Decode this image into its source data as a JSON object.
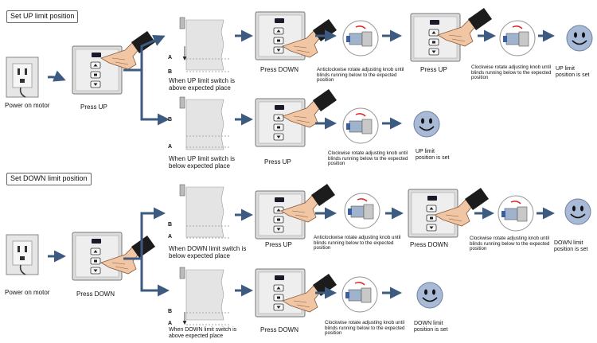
{
  "section_up": {
    "title": "Set UP limit position",
    "power_label": "Power on motor",
    "press_up_label": "Press UP",
    "case1": {
      "label": "When UP limit switch is above expected place",
      "marker_a": "A",
      "marker_b": "B",
      "step1": "Press DOWN",
      "knob_text": "Anticlockwise rotate adjusting knob until blinds running below to the expected position",
      "step2": "Press UP",
      "knob_text2": "Clockwise rotate adjusting knob until blinds running below to the expected position",
      "result": "UP limit position is set"
    },
    "case2": {
      "label": "When UP limit switch is below expected place",
      "marker_a": "A",
      "marker_b": "B",
      "step1": "Press UP",
      "knob_text": "Clockwise rotate adjusting knob until blinds running below to the expected position",
      "result": "UP limit position is set"
    }
  },
  "section_down": {
    "title": "Set DOWN limit position",
    "power_label": "Power on motor",
    "press_down_label": "Press DOWN",
    "case1": {
      "label": "When DOWN limit switch is below expected place",
      "marker_a": "A",
      "marker_b": "B",
      "step1": "Press UP",
      "knob_text": "Anticlockwise rotate adjusting knob until blinds running below to the expected position",
      "step2": "Press DOWN",
      "knob_text2": "Clockwise rotate adjusting knob until blinds running below to the expected position",
      "result": "DOWN limit position is set"
    },
    "case2": {
      "label": "When DOWN limit switch is above expected place",
      "marker_a": "A",
      "marker_b": "B",
      "step1": "Press DOWN",
      "knob_text": "Clockwise rotate adjusting knob until blinds running below to the expected position",
      "result": "DOWN limit position is set"
    }
  },
  "colors": {
    "arrow": "#3d5a80",
    "panel": "#e8e8e8",
    "smiley": "#a9bad6",
    "blind": "#e4e4e4"
  },
  "icons": [
    "power-outlet-icon",
    "remote-panel-icon",
    "hand-pointer-icon",
    "motor-knob-icon",
    "smiley-face-icon",
    "arrow-right-icon",
    "red-rotate-arrow-icon"
  ]
}
